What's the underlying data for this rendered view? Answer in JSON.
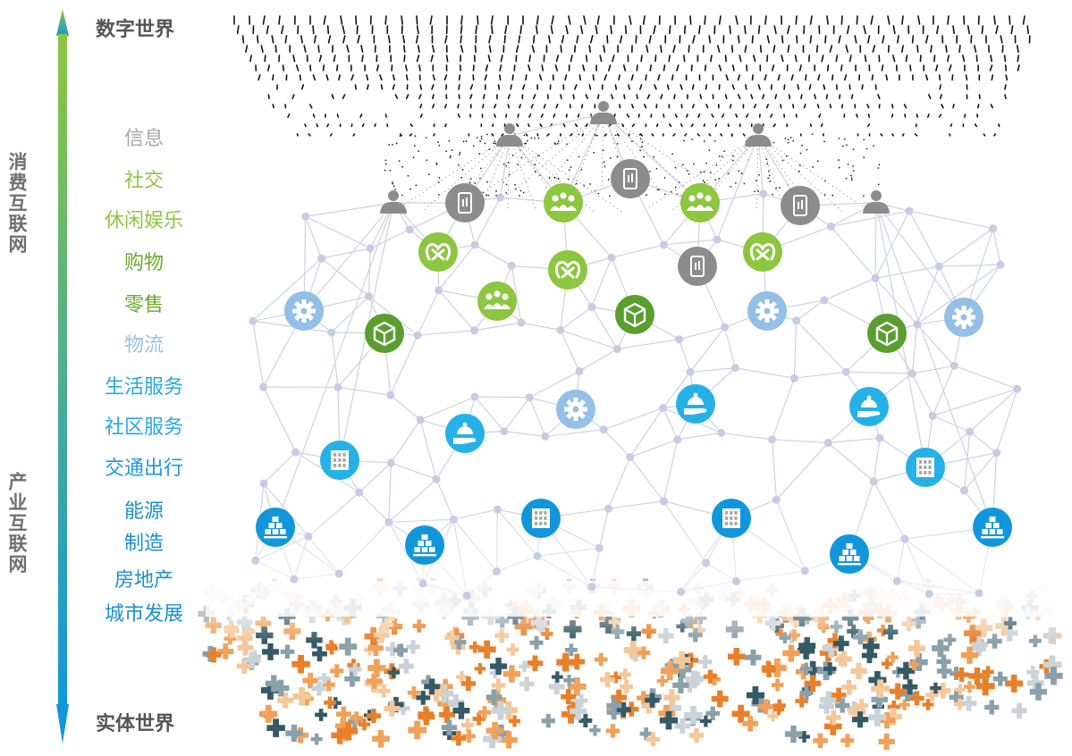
{
  "top_label": "数字世界",
  "bottom_label": "实体世界",
  "side_labels": {
    "consumer": "消费互联网",
    "industrial": "产业互联网"
  },
  "categories": [
    {
      "text": "信息",
      "color": "#a6a6a6"
    },
    {
      "text": "社交",
      "color": "#8dc63f"
    },
    {
      "text": "休闲娱乐",
      "color": "#8dc63f"
    },
    {
      "text": "购物",
      "color": "#6aaa2a"
    },
    {
      "text": "零售",
      "color": "#6aaa2a"
    },
    {
      "text": "物流",
      "color": "#9fbfe0"
    },
    {
      "text": "生活服务",
      "color": "#27a9e1"
    },
    {
      "text": "社区服务",
      "color": "#27a9e1"
    },
    {
      "text": "交通出行",
      "color": "#1f9ad6"
    },
    {
      "text": "能源",
      "color": "#1b8fcf"
    },
    {
      "text": "制造",
      "color": "#1b8fcf"
    },
    {
      "text": "房地产",
      "color": "#1b8fcf"
    },
    {
      "text": "城市发展",
      "color": "#1b8fcf"
    }
  ],
  "colors": {
    "axis_top": "#8dc63f",
    "axis_bottom": "#1296db",
    "grey": "#8c8c8c",
    "light_green": "#8dc63f",
    "dark_green": "#5a9e2f",
    "light_blue": "#94bfe6",
    "cyan": "#26b1e6",
    "blue": "#1296db",
    "edge": "#ccd3e0",
    "dot": "#c4cde3"
  }
}
